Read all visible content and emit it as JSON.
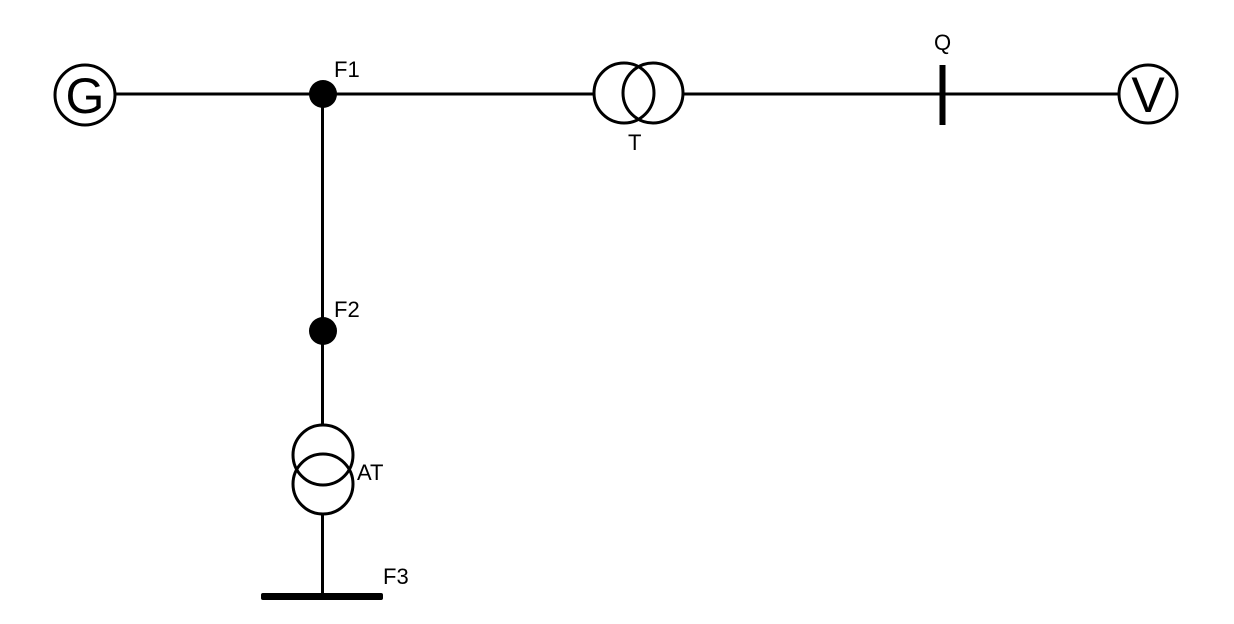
{
  "colors": {
    "background": "#ffffff",
    "ink": "#000000"
  },
  "components": {
    "generator": {
      "label": "G"
    },
    "voltmeter": {
      "label": "V"
    },
    "transformer": {
      "label": "T"
    },
    "autotransformer": {
      "label": "AT"
    },
    "breaker": {
      "label": "Q"
    },
    "fault1": {
      "label": "F1"
    },
    "fault2": {
      "label": "F2"
    },
    "fault3": {
      "label": "F3"
    }
  }
}
